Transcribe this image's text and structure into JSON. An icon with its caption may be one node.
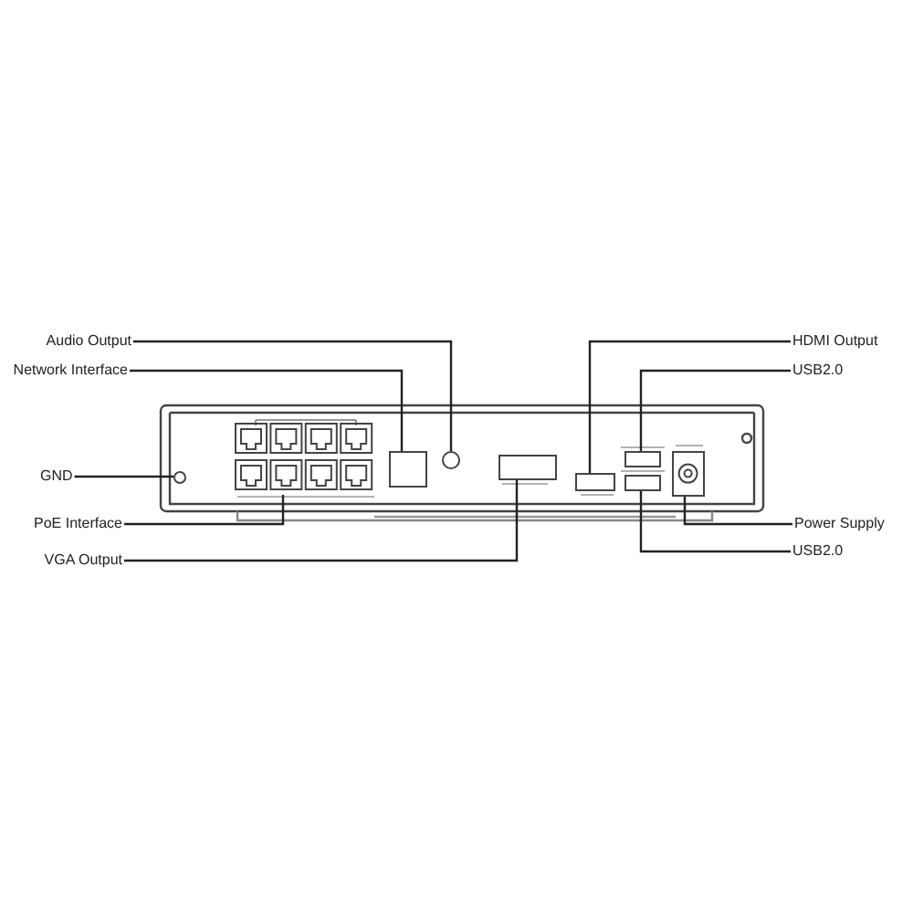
{
  "diagram": {
    "nodes": [
      {
        "text": [
          "Audio Output"
        ]
      },
      {
        "text": [
          "Network Interface"
        ]
      },
      {
        "text": [
          "HDMI Output"
        ]
      },
      {
        "text": [
          "USB2.0"
        ]
      },
      {
        "text": [
          "GND"
        ]
      },
      {
        "text": [
          "PoE Interface"
        ]
      },
      {
        "text": [
          "Power Supply"
        ]
      },
      {
        "text": [
          "VGA Output"
        ]
      },
      {
        "text": [
          "USB2.0"
        ]
      },
      {
        "text": [],
        "shape": "circle"
      },
      {
        "text": [],
        "shape": "box"
      },
      {
        "text": [],
        "shape": "box"
      },
      {
        "text": [],
        "shape": "circle"
      },
      {
        "text": [],
        "shape": "box"
      },
      {
        "text": [],
        "shape": "box"
      },
      {
        "text": [],
        "shape": "box"
      },
      {
        "text": [],
        "shape": "box"
      },
      {
        "text": [],
        "shape": "box"
      }
    ],
    "edges": [
      {
        "from": 0,
        "to": 12,
        "arrow": "none"
      },
      {
        "from": 1,
        "to": 11,
        "arrow": "none"
      },
      {
        "from": 2,
        "to": 14,
        "arrow": "none"
      },
      {
        "from": 3,
        "to": 15,
        "arrow": "none"
      },
      {
        "from": 4,
        "to": 9,
        "arrow": "none"
      },
      {
        "from": 5,
        "to": 10,
        "arrow": "none"
      },
      {
        "from": 6,
        "to": 17,
        "arrow": "none"
      },
      {
        "from": 7,
        "to": 13,
        "arrow": "none"
      },
      {
        "from": 8,
        "to": 16,
        "arrow": "none"
      }
    ]
  }
}
